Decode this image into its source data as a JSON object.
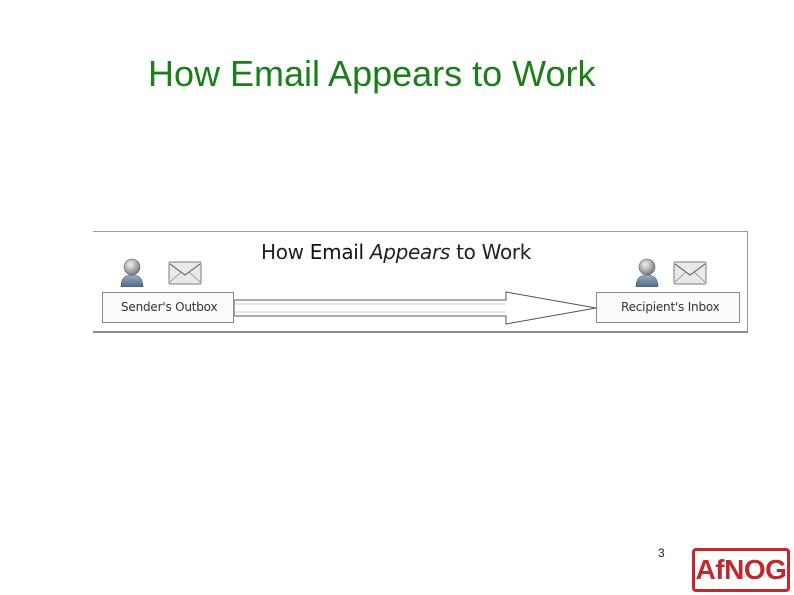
{
  "slide": {
    "title": "How Email Appears to Work",
    "page_number": "3",
    "logo_text": "AfNOG"
  },
  "figure": {
    "title_part1": "How ",
    "title_part2": "Email",
    "title_part3": " ",
    "title_part4": "Appears",
    "title_part5": " to Work",
    "sender_label": "Sender's Outbox",
    "recipient_label": "Recipient's Inbox",
    "icons": [
      "person-icon",
      "envelope-icon",
      "arrow-icon"
    ]
  },
  "colors": {
    "title": "#1a7f1a",
    "logo": "#c0282d"
  }
}
